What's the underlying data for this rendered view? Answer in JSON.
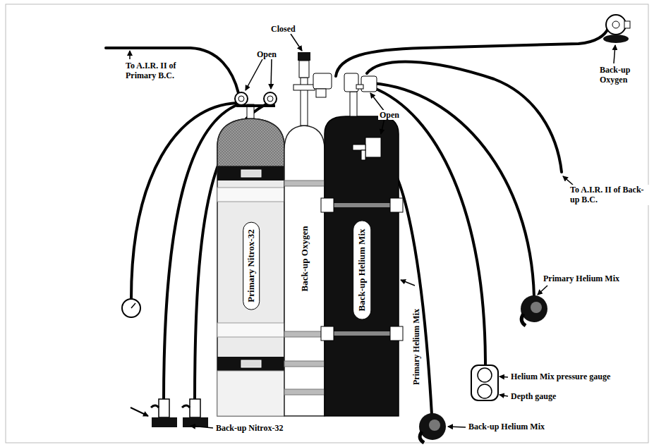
{
  "diagram": {
    "nodes": [
      {
        "text": [
          "Primary Nitrox-32"
        ]
      },
      {
        "text": [
          "Back-up Oxygen"
        ]
      },
      {
        "text": [
          "Back-up Helium Mix"
        ]
      }
    ],
    "labels": [
      "To A.I.R. II of Primary B.C.",
      "Open",
      "Closed",
      "Open",
      "Back-up Oxygen",
      "To A.I.R. II of Back-up B.C.",
      "Primary Helium Mix",
      "Primary Helium Mix",
      "Helium Mix pressure gauge",
      "Depth gauge",
      "Back-up Helium Mix",
      "Back-up Nitrox-32"
    ]
  }
}
